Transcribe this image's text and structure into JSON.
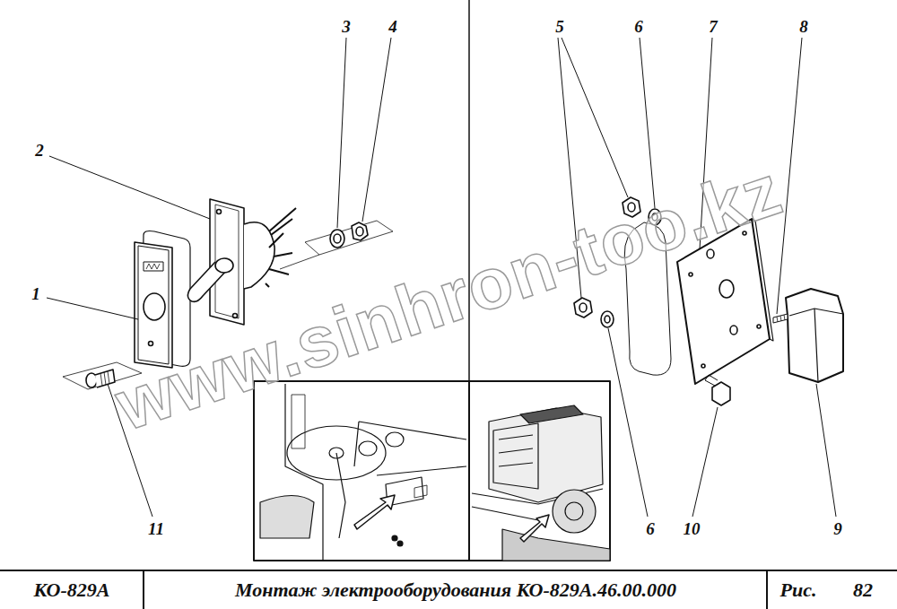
{
  "diagram": {
    "labels": [
      "3",
      "4",
      "2",
      "1",
      "11",
      "5",
      "6",
      "7",
      "8",
      "6",
      "10",
      "9",
      "КО-829А",
      "Монтаж электрооборудования КО-829А.46.00.000",
      "Рис.",
      "82",
      "www.sinhron-too.kz"
    ]
  }
}
